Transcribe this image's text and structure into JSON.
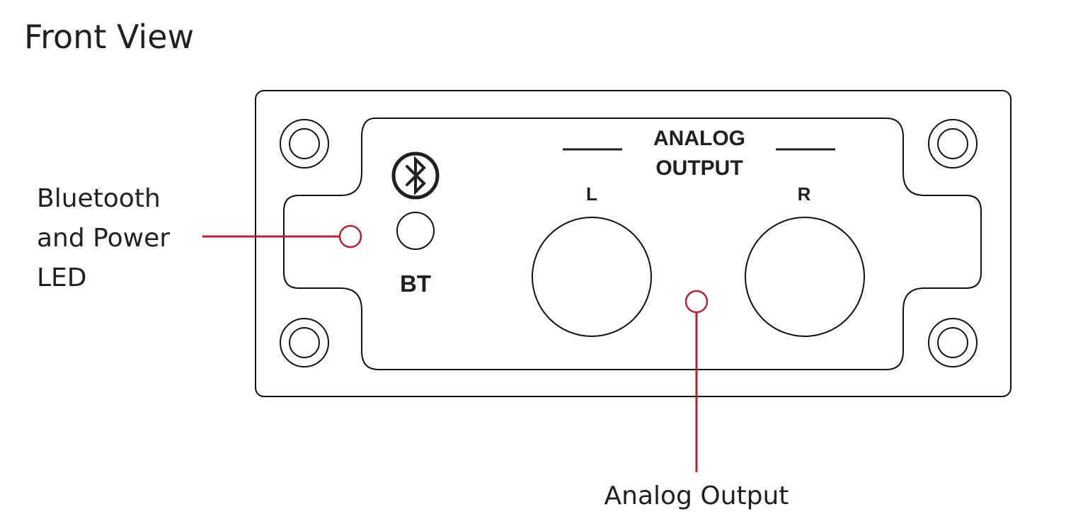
{
  "title": "Front View",
  "colors": {
    "callout": "#b22234",
    "outline": "#111111",
    "text": "#231f20"
  },
  "panel": {
    "bt_label": "BT",
    "output_label_line1": "ANALOG",
    "output_label_line2": "OUTPUT",
    "left_channel": "L",
    "right_channel": "R",
    "bt_icon": "bluetooth-icon"
  },
  "callouts": {
    "led_line1": "Bluetooth",
    "led_line2": "and Power",
    "led_line3": "LED",
    "analog_output": "Analog Output"
  }
}
